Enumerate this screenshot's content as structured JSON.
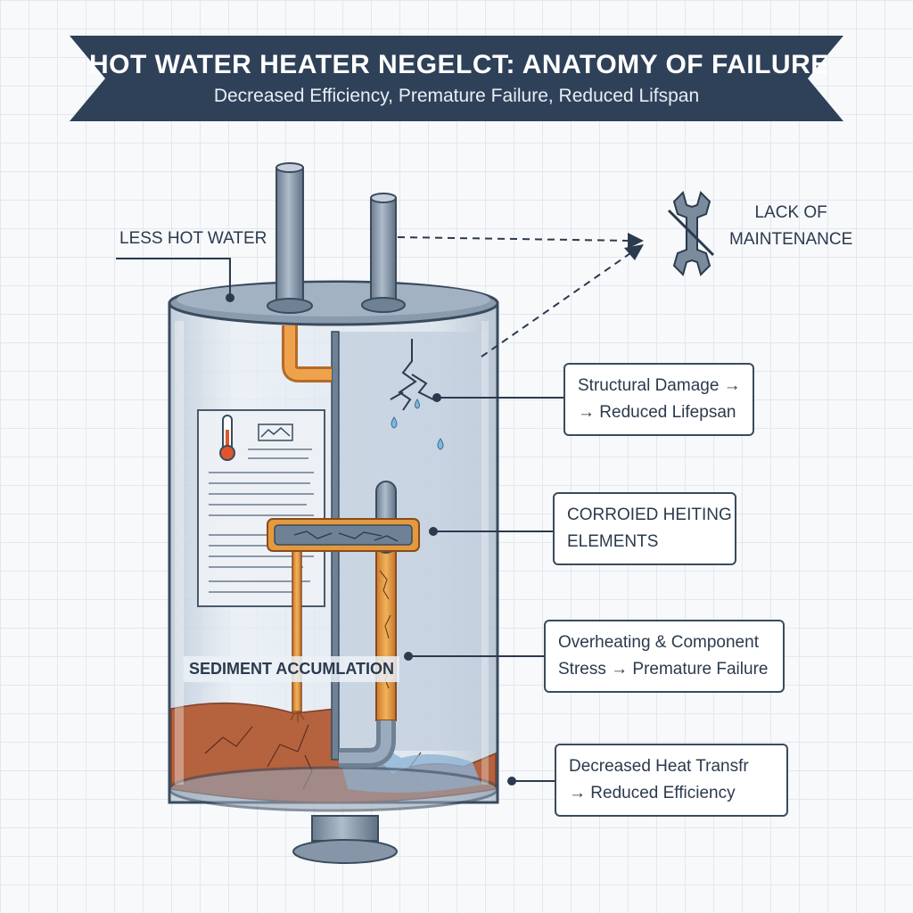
{
  "banner": {
    "title": "HOT WATER HEATER NEGELCT: ANATOMY OF FAILURE",
    "subtitle": "Decreased Efficiency, Premature Failure, Reduced Lifspan"
  },
  "labels": {
    "less_hot_water": "LESS HOT WATER",
    "lack_of_maintenance": [
      "LACK OF",
      "MAINTENANCE"
    ],
    "sediment_accumulation": "SEDIMENT ACCUMLATION"
  },
  "callouts": {
    "structural_damage": [
      "Structural Damage →",
      "→ Reduced Lifepsan"
    ],
    "corroded_elements": [
      "CORROIED HEITING",
      "ELEMENTS"
    ],
    "overheating": [
      "Overheating & Component",
      "Stress → Premature Failure"
    ],
    "decreased_heat": [
      "Decreased Heat Transfr",
      "→ Reduced Efficiency"
    ]
  },
  "colors": {
    "banner": "#2f4158",
    "outline": "#3a4b5e",
    "rust": "#e39a3e",
    "sediment": "#b5623f",
    "water": "#c9d6e6",
    "drip": "#7fb7e0"
  },
  "icons": {
    "maintenance": "wrench-icon",
    "gauge": "thermometer-icon"
  }
}
